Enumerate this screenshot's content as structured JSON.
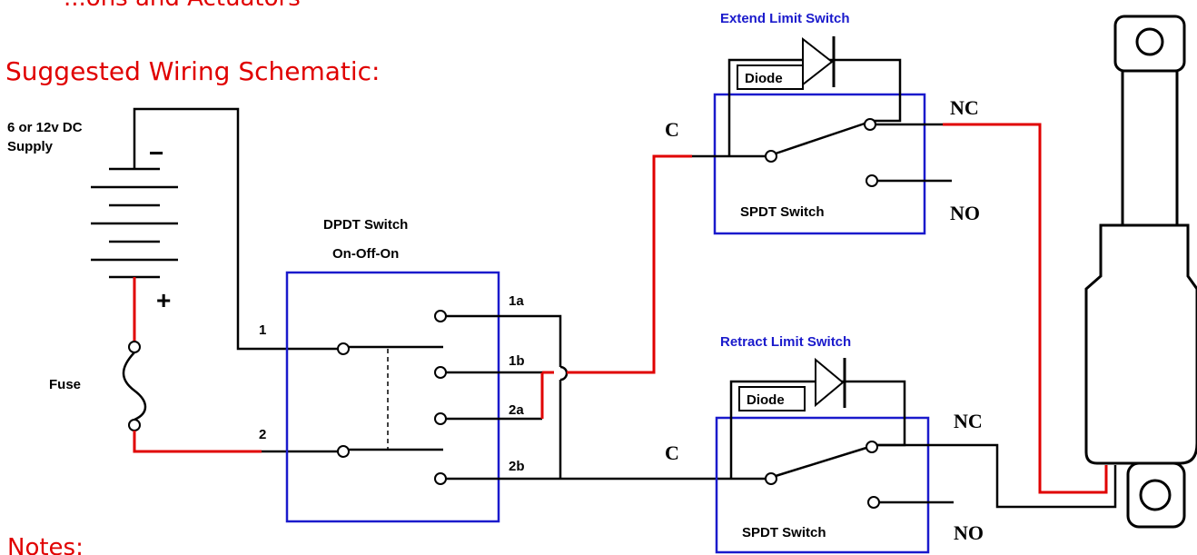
{
  "header": {
    "cut_text": "...ons and Actuators",
    "title": "Suggested Wiring Schematic:",
    "notes": "Notes:"
  },
  "supply": {
    "label_line1": "6 or 12v DC",
    "label_line2": "Supply",
    "minus": "−",
    "plus": "+"
  },
  "fuse": {
    "label": "Fuse"
  },
  "dpdt": {
    "title_line1": "DPDT Switch",
    "title_line2": "On-Off-On",
    "pole1": "1",
    "pole2": "2",
    "t1a": "1a",
    "t1b": "1b",
    "t2a": "2a",
    "t2b": "2b"
  },
  "extend_switch": {
    "title": "Extend Limit Switch",
    "diode": "Diode",
    "c": "C",
    "nc": "NC",
    "no": "NO",
    "switch": "SPDT Switch"
  },
  "retract_switch": {
    "title": "Retract Limit Switch",
    "diode": "Diode",
    "c": "C",
    "nc": "NC",
    "no": "NO",
    "switch": "SPDT Switch"
  },
  "colors": {
    "wire": "#000000",
    "positive_wire": "#e00000",
    "switch_box": "#1a1acc",
    "heading": "#e00000"
  }
}
